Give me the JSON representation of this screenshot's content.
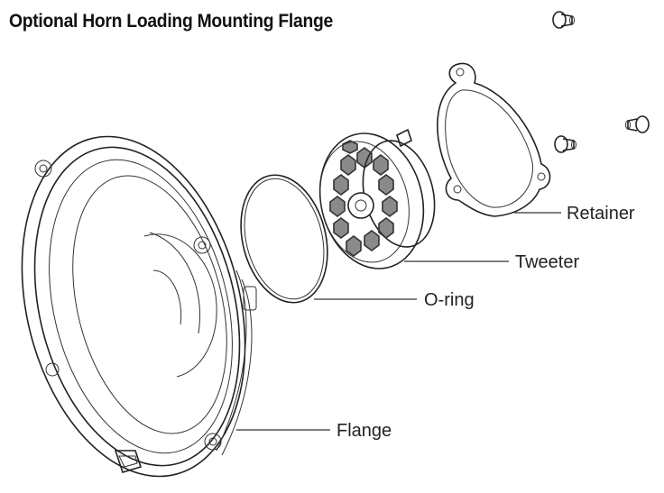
{
  "title": "Optional Horn Loading Mounting Flange",
  "labels": {
    "retainer": "Retainer",
    "tweeter": "Tweeter",
    "oring": "O-ring",
    "flange": "Flange"
  },
  "icons": [
    "screw-icon",
    "screw-icon",
    "screw-icon"
  ]
}
